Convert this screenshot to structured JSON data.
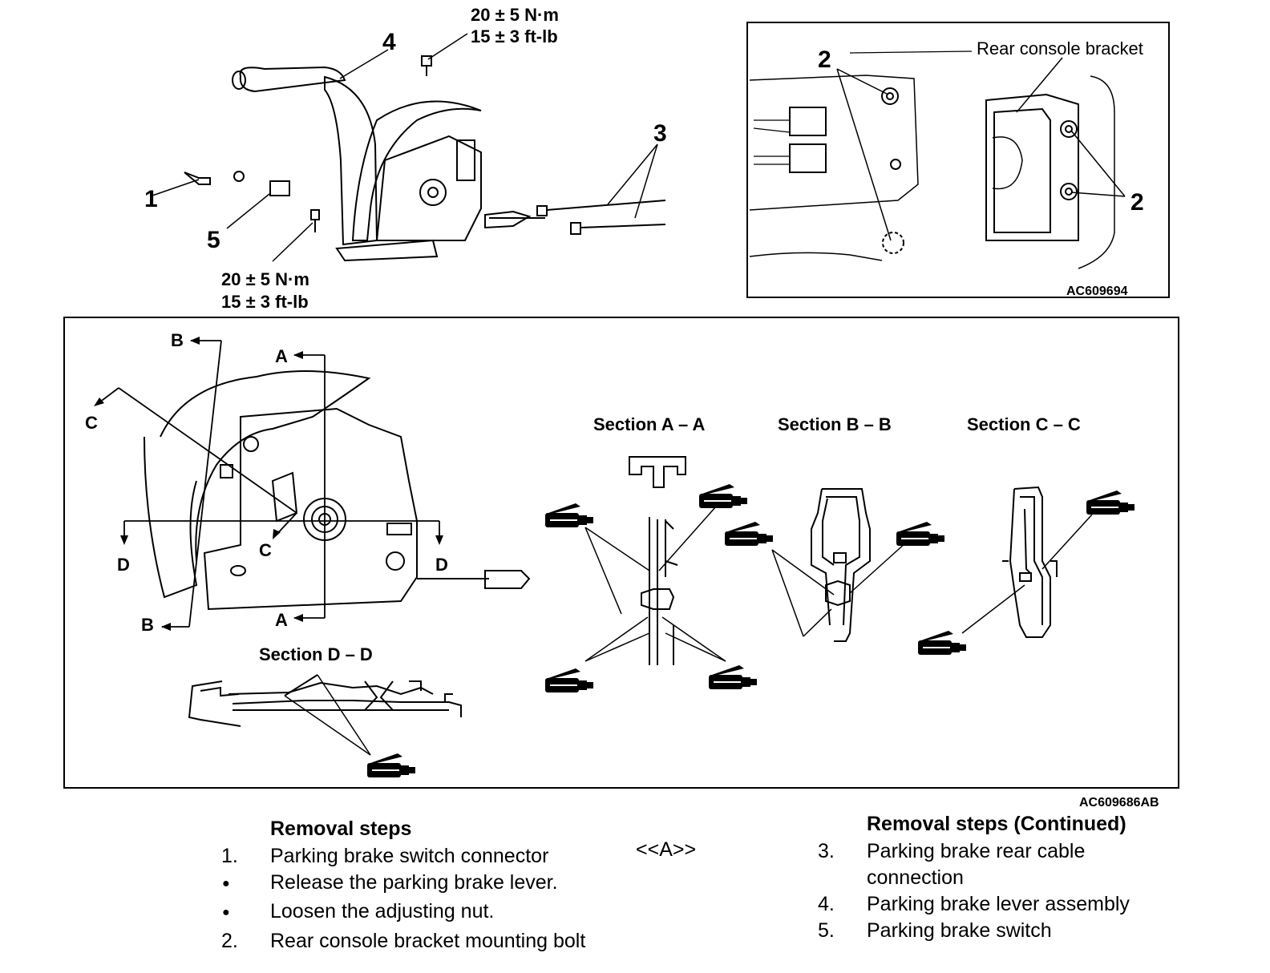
{
  "top_left": {
    "callouts": [
      "1",
      "2",
      "3",
      "4",
      "5"
    ],
    "torque_top": {
      "nm": "20 ± 5 N·m",
      "ftlb": "15 ± 3 ft-lb"
    },
    "torque_bottom": {
      "nm": "20 ± 5 N·m",
      "ftlb": "15 ± 3 ft-lb"
    }
  },
  "inset": {
    "bracket_label": "Rear console bracket",
    "callout_left": "2",
    "callout_right": "2",
    "figure_code": "AC609694"
  },
  "sections": {
    "arrow_letters": [
      "A",
      "A",
      "B",
      "B",
      "C",
      "C",
      "D",
      "D"
    ],
    "aa_title": "Section  A – A",
    "bb_title": "Section  B – B",
    "cc_title": "Section  C – C",
    "dd_title": "Section  D – D",
    "figure_code": "AC609686AB"
  },
  "steps_left": {
    "heading": "Removal steps",
    "items": [
      {
        "marker": "1.",
        "text": "Parking brake switch connector"
      },
      {
        "marker": "●",
        "text": "Release the parking brake lever."
      },
      {
        "marker": "●",
        "text": "Loosen the adjusting nut."
      },
      {
        "marker": "2.",
        "text": "Rear console bracket mounting bolt"
      }
    ],
    "note": "<<A>>"
  },
  "steps_right": {
    "heading": "Removal steps (Continued)",
    "items": [
      {
        "marker": "3.",
        "text": "Parking brake rear cable",
        "text2": "connection"
      },
      {
        "marker": "4.",
        "text": "Parking brake lever assembly"
      },
      {
        "marker": "5.",
        "text": "Parking brake switch"
      }
    ]
  }
}
